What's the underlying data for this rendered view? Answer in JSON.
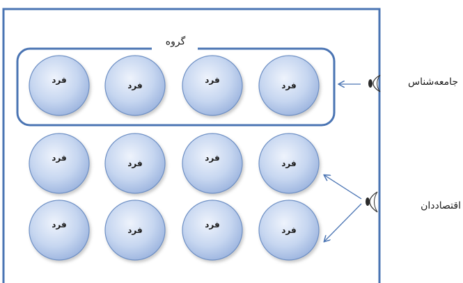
{
  "group_label": "گروه",
  "individual_label": "فرد",
  "sociologist_label": "جامعه‌شناس",
  "economist_label": "اقتصاددان",
  "colors": {
    "frame": "#4a74b3",
    "circle_fill_light": "#e6eefa",
    "circle_fill_dark": "#a9c0e4",
    "circle_stroke": "#6d8fc4",
    "arrow": "#4a74b3"
  },
  "icons": [
    "eye-icon",
    "eye-icon"
  ]
}
